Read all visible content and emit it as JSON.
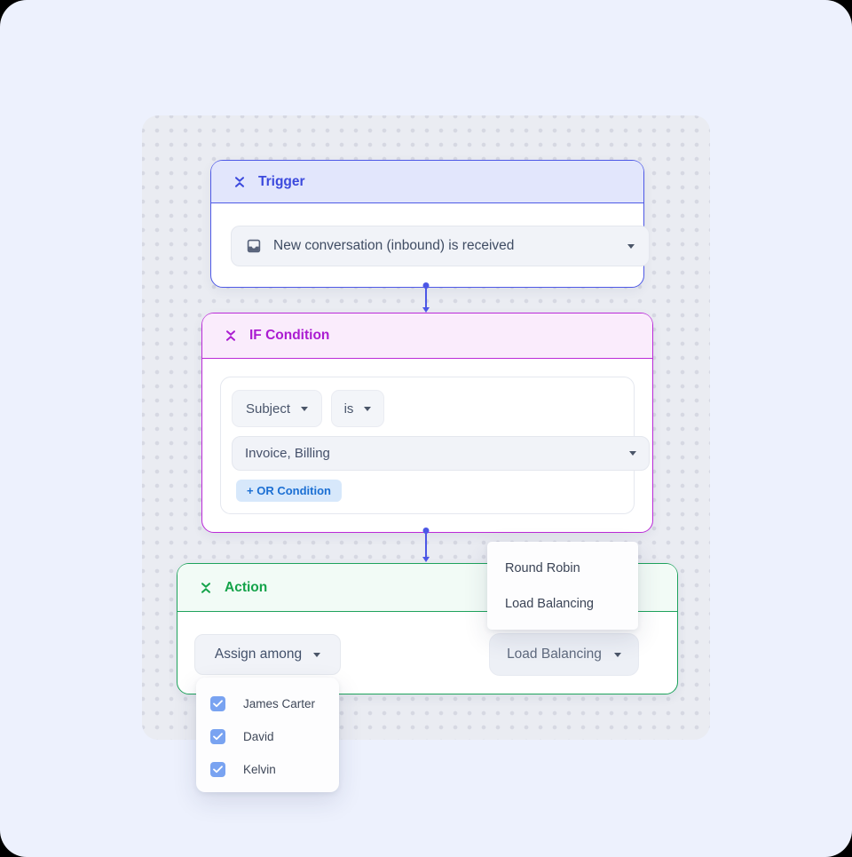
{
  "colors": {
    "trigger_accent": "#4e59e6",
    "if_accent": "#bb2bd8",
    "action_accent": "#1ea35c",
    "connector": "#4c57e6",
    "or_chip_bg": "#d7e8fb",
    "or_chip_text": "#1b6fd3",
    "checkbox_blue": "#79a3f1"
  },
  "trigger": {
    "title": "Trigger",
    "event_label": "New conversation (inbound) is received"
  },
  "if_condition": {
    "title": "IF Condition",
    "field_value": "Subject",
    "operator_value": "is",
    "value": "Invoice, Billing",
    "or_button_label": "+ OR Condition"
  },
  "action": {
    "title": "Action",
    "assign_label": "Assign among",
    "algorithm_value": "Load Balancing"
  },
  "algorithm_menu": {
    "items": [
      "Round Robin",
      "Load Balancing"
    ]
  },
  "members_menu": {
    "items": [
      {
        "label": "James Carter",
        "checked": true
      },
      {
        "label": "David",
        "checked": true
      },
      {
        "label": "Kelvin",
        "checked": true
      }
    ]
  }
}
